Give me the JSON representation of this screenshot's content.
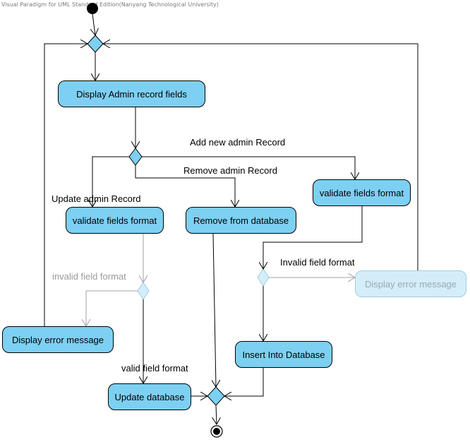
{
  "watermark": "Visual Paradigm for UML Standard Edition(Nanyang Technological University)",
  "colors": {
    "activity_fill": "#7dd0f2",
    "activity_border": "#000000",
    "faded_fill": "#d4eef9",
    "faded_line": "#a0a0a0",
    "line": "#000000"
  },
  "nodes": {
    "display_fields": "Display Admin record fields",
    "validate_update": "validate fields format",
    "remove_from_db": "Remove from database",
    "validate_add": "validate fields format",
    "display_error_left": "Display error message",
    "display_error_right": "Display error message",
    "insert_db": "Insert Into Database",
    "update_db": "Update database"
  },
  "edge_labels": {
    "add_new": "Add new admin Record",
    "remove": "Remove admin Record",
    "update": "Update admin Record",
    "invalid_left": "invalid field format",
    "invalid_right": "Invalid field format",
    "valid": "valid field format"
  }
}
